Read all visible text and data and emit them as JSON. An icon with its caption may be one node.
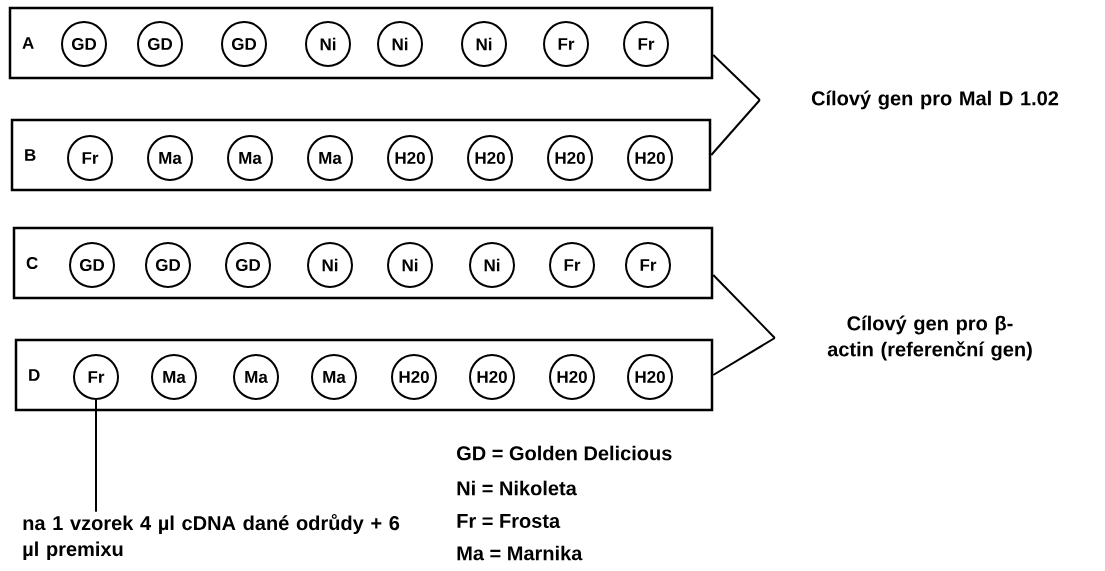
{
  "diagram": {
    "nodes": [
      {
        "text": [
          "A"
        ]
      },
      {
        "text": [
          "GD"
        ],
        "in": 0
      },
      {
        "text": [
          "GD"
        ],
        "in": 0
      },
      {
        "text": [
          "GD"
        ],
        "in": 0
      },
      {
        "text": [
          "Ni"
        ],
        "in": 0
      },
      {
        "text": [
          "Ni"
        ],
        "in": 0
      },
      {
        "text": [
          "Ni"
        ],
        "in": 0
      },
      {
        "text": [
          "Fr"
        ],
        "in": 0
      },
      {
        "text": [
          "Fr"
        ],
        "in": 0
      },
      {
        "text": [
          "B"
        ]
      },
      {
        "text": [
          "Fr"
        ],
        "in": 9
      },
      {
        "text": [
          "Ma"
        ],
        "in": 9
      },
      {
        "text": [
          "Ma"
        ],
        "in": 9
      },
      {
        "text": [
          "Ma"
        ],
        "in": 9
      },
      {
        "text": [
          "H20"
        ],
        "in": 9
      },
      {
        "text": [
          "H20"
        ],
        "in": 9
      },
      {
        "text": [
          "H20"
        ],
        "in": 9
      },
      {
        "text": [
          "H20"
        ],
        "in": 9
      },
      {
        "text": [
          "C"
        ]
      },
      {
        "text": [
          "GD"
        ],
        "in": 18
      },
      {
        "text": [
          "GD"
        ],
        "in": 18
      },
      {
        "text": [
          "GD"
        ],
        "in": 18
      },
      {
        "text": [
          "Ni"
        ],
        "in": 18
      },
      {
        "text": [
          "Ni"
        ],
        "in": 18
      },
      {
        "text": [
          "Ni"
        ],
        "in": 18
      },
      {
        "text": [
          "Fr"
        ],
        "in": 18
      },
      {
        "text": [
          "Fr"
        ],
        "in": 18
      },
      {
        "text": [
          "D"
        ]
      },
      {
        "text": [
          "Fr"
        ],
        "in": 27
      },
      {
        "text": [
          "Ma"
        ],
        "in": 27
      },
      {
        "text": [
          "Ma"
        ],
        "in": 27
      },
      {
        "text": [
          "Ma"
        ],
        "in": 27
      },
      {
        "text": [
          "H20"
        ],
        "in": 27
      },
      {
        "text": [
          "H20"
        ],
        "in": 27
      },
      {
        "text": [
          "H20"
        ],
        "in": 27
      },
      {
        "text": [
          "H20"
        ],
        "in": 27
      },
      {
        "text": [
          "Cílový gen pro Mal D 1.02"
        ]
      },
      {
        "text": [
          "Cílový gen pro β-actin (referenční gen)"
        ]
      },
      {
        "text": [
          "na 1 vzorek 4 µl cDNA dané odrůdy + 6 µl premixu"
        ]
      }
    ],
    "edges": [
      {
        "from": 36,
        "to": 0,
        "arrow": "none"
      },
      {
        "from": 36,
        "to": 9,
        "arrow": "none"
      },
      {
        "from": 37,
        "to": 18,
        "arrow": "none"
      },
      {
        "from": 37,
        "to": 27,
        "arrow": "none"
      },
      {
        "from": 38,
        "to": 28,
        "arrow": "none"
      }
    ],
    "labels": [
      "GD = Golden Delicious",
      "Ni = Nikoleta",
      "Fr = Frosta",
      "Ma = Marnika"
    ]
  }
}
